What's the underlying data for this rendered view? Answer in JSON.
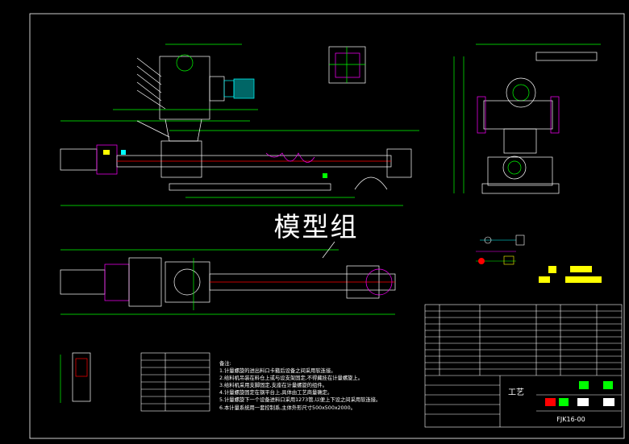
{
  "watermark": "模型组",
  "drawing": {
    "code": "FJK16-00",
    "craft_label": "工艺"
  },
  "notes": {
    "title": "备注:",
    "lines": [
      "1.计量螺旋的进出料口卡箍后设备之间采用软连接。",
      "2.给料机吊装在料仓上或与设支架固定,不得藏挂在计量螺旋上。",
      "3.给料机采用支脚固定,支座在计量螺旋的组件。",
      "4.计量螺旋固定在钢平台上,具体由工艺商量确定。",
      "5.计量螺旋下一个设备进料口采用1273管,以便上下设之间采用软连接。",
      "6.本计量系统用一套控制系,主体外形尺寸500x500x2000。"
    ]
  },
  "colors": {
    "background": "#000000",
    "line": "#ffffff",
    "accent": "#00ffff",
    "green": "#00ff00",
    "yellow": "#ffff00",
    "magenta": "#ff00ff",
    "red": "#ff0000",
    "cyan": "#00ffff"
  }
}
